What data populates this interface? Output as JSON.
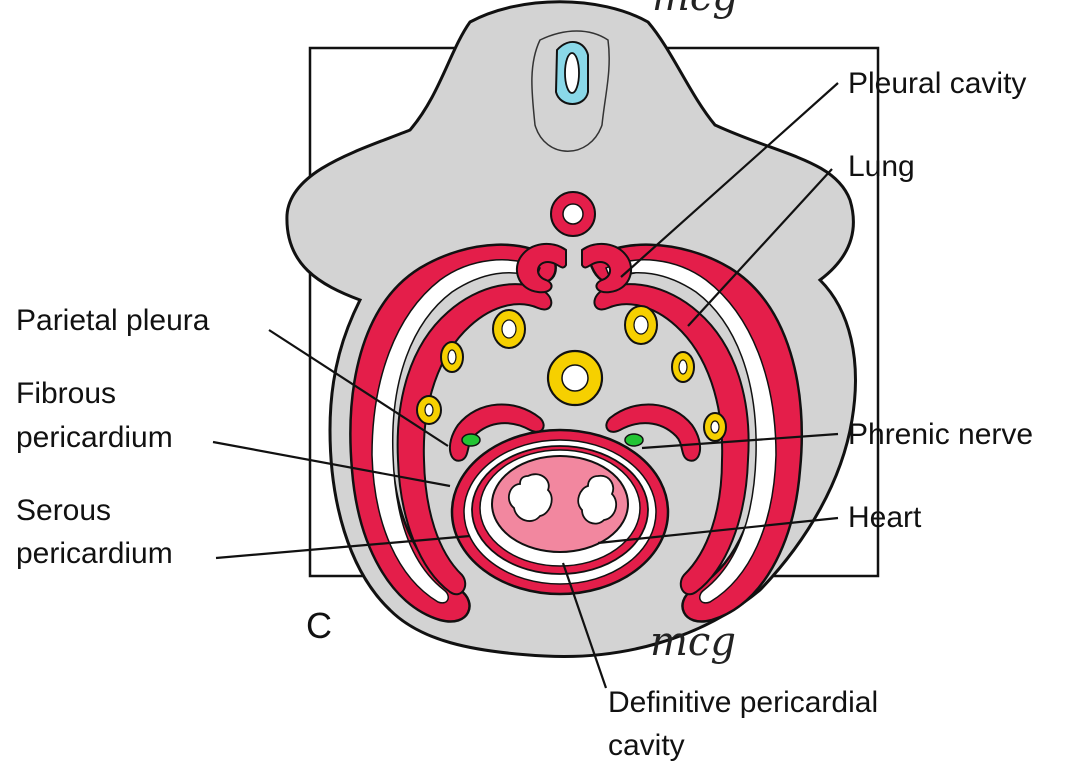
{
  "figure": {
    "panel_letter": "C",
    "artist_signature": "mcg",
    "labels": {
      "pleural_cavity": "Pleural cavity",
      "lung": "Lung",
      "parietal_pleura": "Parietal pleura",
      "fibrous_line1": "Fibrous",
      "fibrous_line2": "pericardium",
      "phrenic_nerve": "Phrenic nerve",
      "serous_line1": "Serous",
      "serous_line2": "pericardium",
      "heart": "Heart",
      "definitive_line1": "Definitive pericardial",
      "definitive_line2": "cavity"
    },
    "colors": {
      "body_fill": "#d3d3d3",
      "membrane_red": "#e41e4a",
      "heart_pink": "#f2879f",
      "vessel_yellow": "#f6d000",
      "nerve_green": "#22c433",
      "spinal_cyan": "#8ad8e8",
      "outline": "#111111"
    }
  }
}
